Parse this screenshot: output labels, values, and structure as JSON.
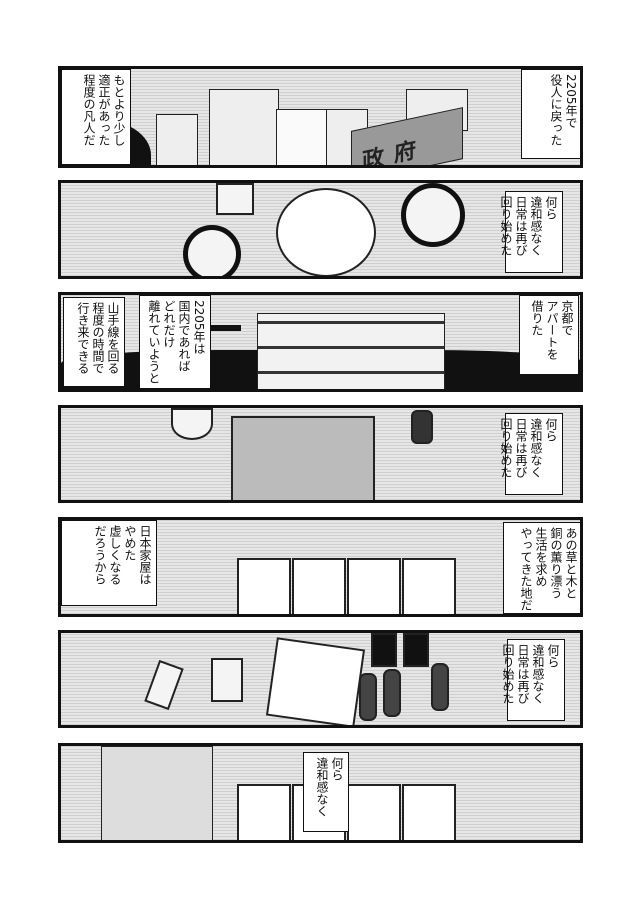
{
  "panels": [
    {
      "captions": [
        {
          "lines": [
            "もとより少し",
            "適正があった",
            "程度の凡人だ"
          ]
        },
        {
          "lines": [
            "2205年で",
            "役人に戻った"
          ]
        }
      ],
      "sign": "政府"
    },
    {
      "captions": [
        {
          "lines": [
            "何ら",
            "違和感なく",
            "日常は再び",
            "回り始めた"
          ]
        }
      ]
    },
    {
      "captions": [
        {
          "lines": [
            "山手線を回る",
            "程度の時間で",
            "行き来できる"
          ]
        },
        {
          "lines": [
            "2205年は",
            "国内であれば",
            "どれだけ",
            "離れていようと"
          ]
        },
        {
          "lines": [
            "京都で",
            "アパートを",
            "借りた"
          ]
        }
      ]
    },
    {
      "captions": [
        {
          "lines": [
            "何ら",
            "違和感なく",
            "日常は再び",
            "回り始めた"
          ]
        }
      ]
    },
    {
      "captions": [
        {
          "lines": [
            "日本家屋は",
            "やめた",
            "",
            "虚しくなる",
            "だろうから"
          ]
        },
        {
          "lines": [
            "あの草と木と",
            "銅の薫り漂う",
            "生活を求め",
            "やってきた地だ"
          ]
        }
      ]
    },
    {
      "captions": [
        {
          "lines": [
            "何ら",
            "違和感なく",
            "日常は再び",
            "回り始めた"
          ]
        }
      ]
    },
    {
      "captions": [
        {
          "lines": [
            "何ら",
            "違和感なく"
          ]
        }
      ]
    }
  ]
}
